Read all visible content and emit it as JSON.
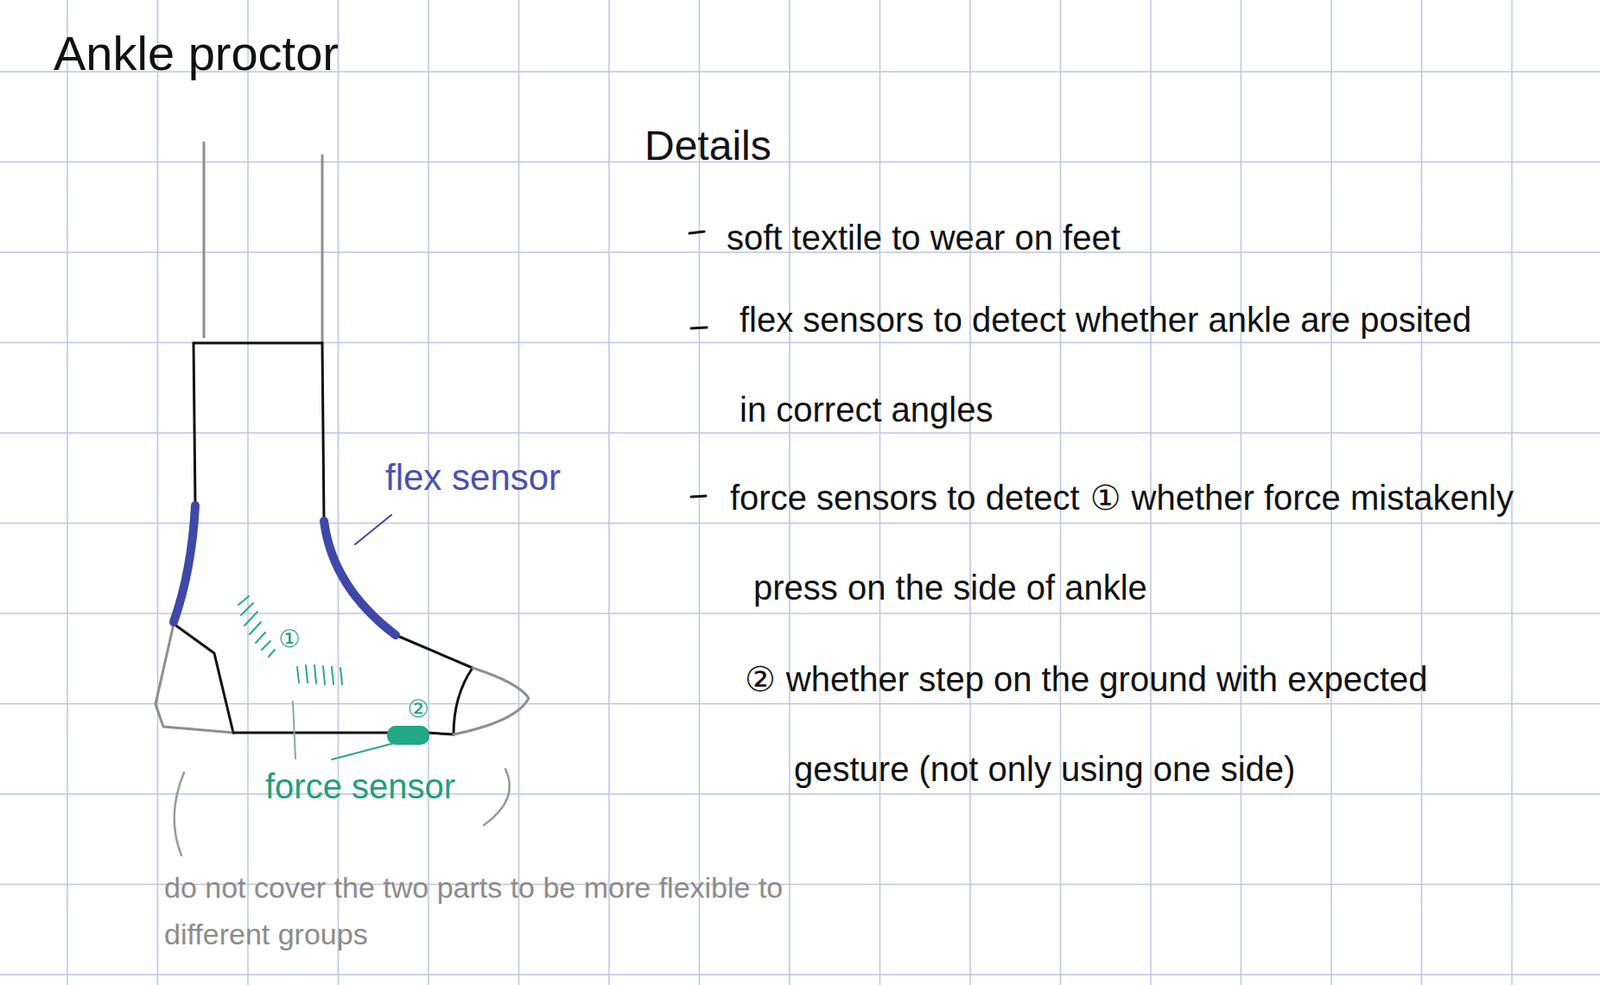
{
  "diagram": {
    "title": "Ankle proctor",
    "labels": [
      "Details",
      "soft textile to wear on feet",
      "flex sensors to detect whether ankle are posited in correct angles",
      "force sensors to detect",
      "①",
      "whether force mistakenly press on the side of ankle",
      "②",
      "whether step on the ground with expected gesture (not only using one side)",
      "flex sensor",
      "force sensor",
      "①",
      "②",
      "do not cover the two parts to be more flexible to different groups"
    ]
  }
}
